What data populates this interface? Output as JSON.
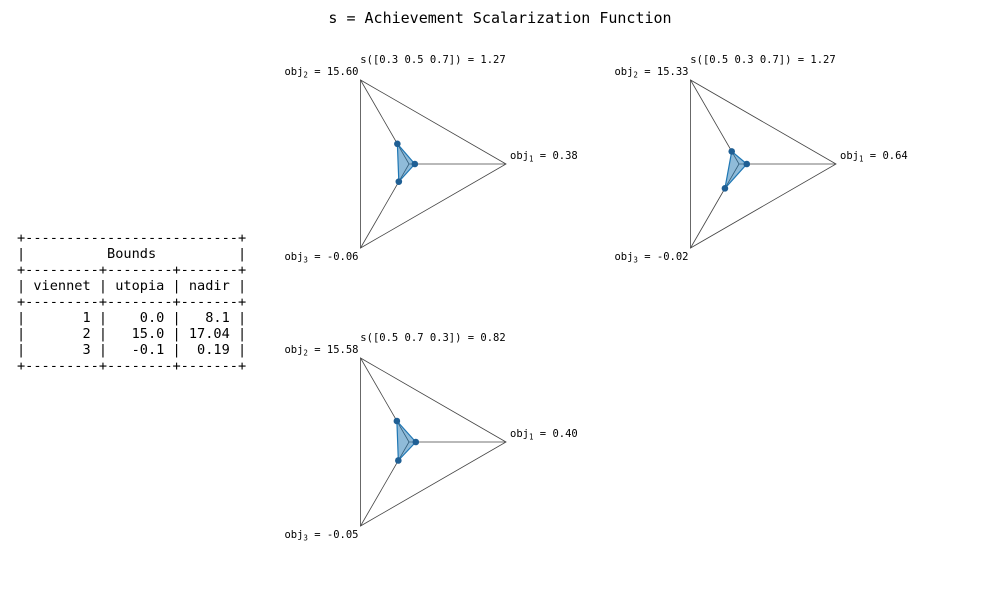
{
  "title": "s = Achievement Scalarization Function",
  "bounds_table": {
    "title": "Bounds",
    "headers": [
      "viennet",
      "utopia",
      "nadir"
    ],
    "rows": [
      [
        "1",
        "0.0",
        "8.1"
      ],
      [
        "2",
        "15.0",
        "17.04"
      ],
      [
        "3",
        "-0.1",
        "0.19"
      ]
    ]
  },
  "colors": {
    "fill": "#1f77b4",
    "fill_opacity": 0.5,
    "marker": "#1f5f94",
    "frame": "#444444"
  },
  "chart_data": [
    {
      "type": "radar",
      "title": "s([0.3 0.5 0.7]) = 1.27",
      "axes": [
        {
          "obj": "obj",
          "sub": "1",
          "label": " = 0.38"
        },
        {
          "obj": "obj",
          "sub": "2",
          "label": " = 15.60"
        },
        {
          "obj": "obj",
          "sub": "3",
          "label": " = -0.06"
        }
      ],
      "values": [
        0.06,
        0.24,
        0.21
      ]
    },
    {
      "type": "radar",
      "title": "s([0.5 0.3 0.7]) = 1.27",
      "axes": [
        {
          "obj": "obj",
          "sub": "1",
          "label": " = 0.64"
        },
        {
          "obj": "obj",
          "sub": "2",
          "label": " = 15.33"
        },
        {
          "obj": "obj",
          "sub": "3",
          "label": " = -0.02"
        }
      ],
      "values": [
        0.08,
        0.15,
        0.29
      ]
    },
    {
      "type": "radar",
      "title": "s([0.5 0.7 0.3]) = 0.82",
      "axes": [
        {
          "obj": "obj",
          "sub": "1",
          "label": " = 0.40"
        },
        {
          "obj": "obj",
          "sub": "2",
          "label": " = 15.58"
        },
        {
          "obj": "obj",
          "sub": "3",
          "label": " = -0.05"
        }
      ],
      "values": [
        0.07,
        0.25,
        0.22
      ]
    }
  ]
}
